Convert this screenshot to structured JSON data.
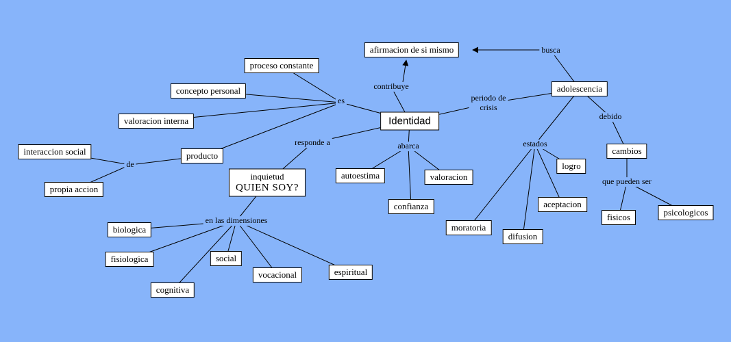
{
  "diagram": {
    "type": "concept-map",
    "topic": "Identidad"
  },
  "colors": {
    "background": "#87B4FA",
    "node_fill": "#FFFFFF",
    "node_border": "#000000",
    "line": "#000000",
    "text": "#000000"
  },
  "nodes": {
    "afirmacion_de_si_mismo": "afirmacion de si mismo",
    "proceso_constante": "proceso constante",
    "concepto_personal": "concepto personal",
    "valoracion_interna": "valoracion interna",
    "interaccion_social": "interaccion social",
    "propia_accion": "propia accion",
    "producto": "producto",
    "identidad": "Identidad",
    "inquietud_line1": "inquietud",
    "inquietud_line2": "QUIEN SOY?",
    "autoestima": "autoestima",
    "valoracion": "valoracion",
    "confianza": "confianza",
    "adolescencia": "adolescencia",
    "cambios": "cambios",
    "logro": "logro",
    "aceptacion": "aceptacion",
    "moratoria": "moratoria",
    "difusion": "difusion",
    "fisicos": "fisicos",
    "psicologicos": "psicologicos",
    "biologica": "biologica",
    "fisiologica": "fisiologica",
    "social": "social",
    "cognitiva": "cognitiva",
    "vocacional": "vocacional",
    "espiritual": "espiritual"
  },
  "link_labels": {
    "busca": "busca",
    "contribuye": "contribuye",
    "es": "es",
    "periodo_de_crisis_line1": "periodo de",
    "periodo_de_crisis_line2": "crisis",
    "responde_a": "responde a",
    "abarca": "abarca",
    "estados": "estados",
    "debido": "debido",
    "de": "de",
    "que_pueden_ser": "que pueden ser",
    "en_las_dimensiones": "en las dimensiones"
  },
  "relations": [
    {
      "from": "Identidad",
      "label": "es",
      "to": [
        "proceso constante",
        "concepto personal",
        "valoracion interna",
        "producto"
      ]
    },
    {
      "from": "producto",
      "label": "de",
      "to": [
        "interaccion social",
        "propia accion"
      ]
    },
    {
      "from": "Identidad",
      "label": "responde a",
      "to": [
        "inquietud QUIEN SOY?"
      ]
    },
    {
      "from": "Identidad",
      "label": "abarca",
      "to": [
        "autoestima",
        "valoracion",
        "confianza"
      ]
    },
    {
      "from": "Identidad",
      "label": "contribuye",
      "to": [
        "afirmacion de si mismo"
      ],
      "arrow": true
    },
    {
      "from": "Identidad",
      "label": "periodo de crisis",
      "to": [
        "adolescencia"
      ]
    },
    {
      "from": "adolescencia",
      "label": "busca",
      "to": [
        "afirmacion de si mismo"
      ],
      "arrow": true
    },
    {
      "from": "adolescencia",
      "label": "estados",
      "to": [
        "logro",
        "aceptacion",
        "moratoria",
        "difusion"
      ]
    },
    {
      "from": "adolescencia",
      "label": "debido",
      "to": [
        "cambios"
      ]
    },
    {
      "from": "cambios",
      "label": "que pueden ser",
      "to": [
        "fisicos",
        "psicologicos"
      ]
    },
    {
      "from": "inquietud QUIEN SOY?",
      "label": "en las dimensiones",
      "to": [
        "biologica",
        "fisiologica",
        "social",
        "cognitiva",
        "vocacional",
        "espiritual"
      ]
    }
  ]
}
